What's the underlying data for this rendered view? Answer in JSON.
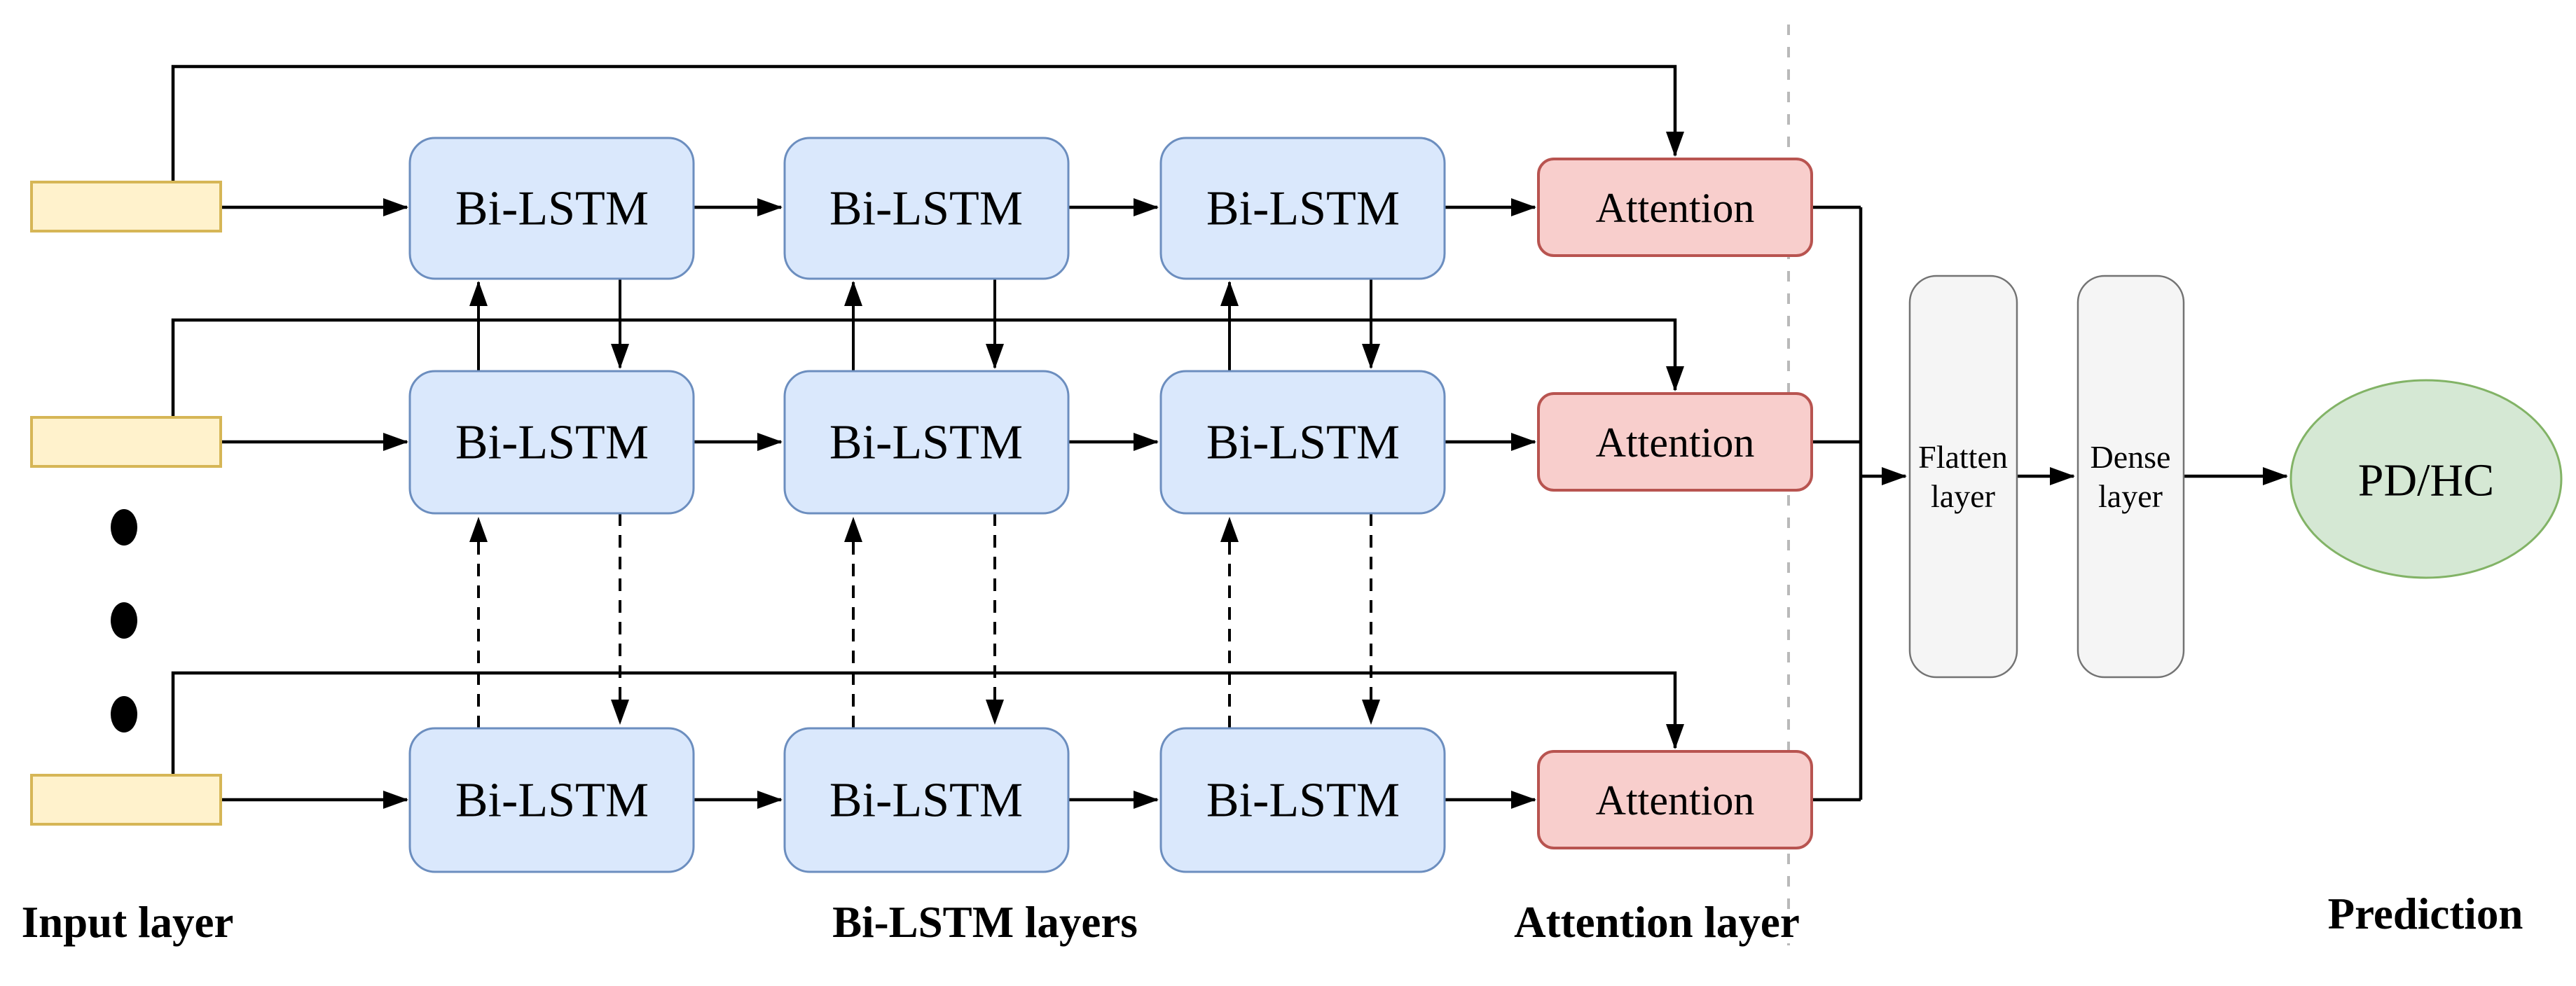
{
  "diagram": {
    "node_labels": {
      "bilstm": "Bi-LSTM",
      "attention": "Attention",
      "flatten_line1": "Flatten",
      "flatten_line2": "layer",
      "dense_line1": "Dense",
      "dense_line2": "layer",
      "prediction": "PD/HC"
    },
    "section_labels": {
      "input": "Input layer",
      "bilstm": "Bi-LSTM layers",
      "attention": "Attention layer",
      "prediction": "Prediction"
    },
    "colors": {
      "input_fill": "#fff2cc",
      "input_stroke": "#d6b656",
      "bilstm_fill": "#dae8fc",
      "bilstm_stroke": "#6c8ebf",
      "attention_fill": "#f8cecc",
      "attention_stroke": "#b85450",
      "layer_fill": "#f5f5f5",
      "layer_stroke": "#737373",
      "prediction_fill": "#d5e8d4",
      "prediction_stroke": "#82b366",
      "line": "#000000",
      "separator": "#b9b9b9",
      "text": "#000000"
    }
  }
}
